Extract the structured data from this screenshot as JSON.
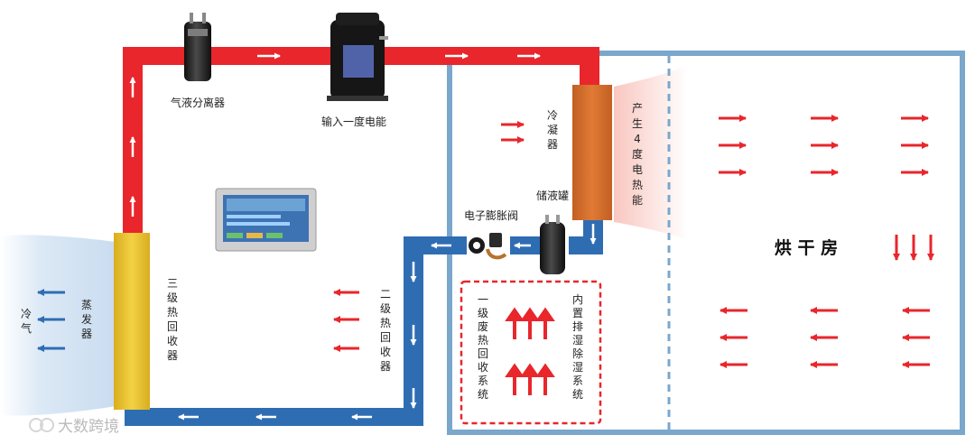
{
  "components": {
    "separator": "气液分离器",
    "compressor": "输入一度电能",
    "condenser": "冷凝器",
    "heat_output": "产生4度电热能",
    "receiver": "储液罐",
    "expansion_valve": "电子膨胀阀",
    "evaporator": "蒸发器",
    "cold_air": "冷气",
    "tertiary_recovery": "三级热回收器",
    "secondary_recovery": "二级热回收器",
    "primary_waste_recovery": "一级废热回收系统",
    "dehumidify_system": "内置排湿除湿系统",
    "drying_room": "烘 干 房"
  },
  "watermark": "大数跨境",
  "colors": {
    "hot_pipe": "#e8262b",
    "cold_pipe": "#2f6db3",
    "room_border": "#7aa7cc",
    "condenser": "#d8702b",
    "recovery_coil": "#e8c235",
    "arrow_hot": "#e8262b",
    "arrow_cold": "#2f6db3"
  },
  "icons": {
    "separator": "cylinder-tank-icon",
    "compressor": "compressor-icon",
    "receiver": "receiver-tank-icon",
    "expansion_valve": "valve-icon",
    "control_panel": "touchscreen-panel-icon"
  }
}
